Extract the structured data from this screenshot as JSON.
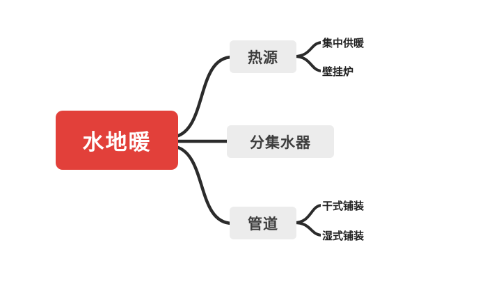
{
  "mindmap": {
    "root": {
      "label": "水地暖"
    },
    "branches": [
      {
        "label": "热源",
        "children": [
          {
            "label": "集中供暖"
          },
          {
            "label": "壁挂炉"
          }
        ]
      },
      {
        "label": "分集水器",
        "children": []
      },
      {
        "label": "管道",
        "children": [
          {
            "label": "干式铺装"
          },
          {
            "label": "湿式铺装"
          }
        ]
      }
    ],
    "colors": {
      "root_bg": "#e2403a",
      "root_text": "#ffffff",
      "branch_bg": "#ececec",
      "branch_text": "#3d3d3d",
      "leaf_text": "#1f1f1f",
      "line": "#2b2b2b",
      "background": "#ffffff"
    }
  }
}
